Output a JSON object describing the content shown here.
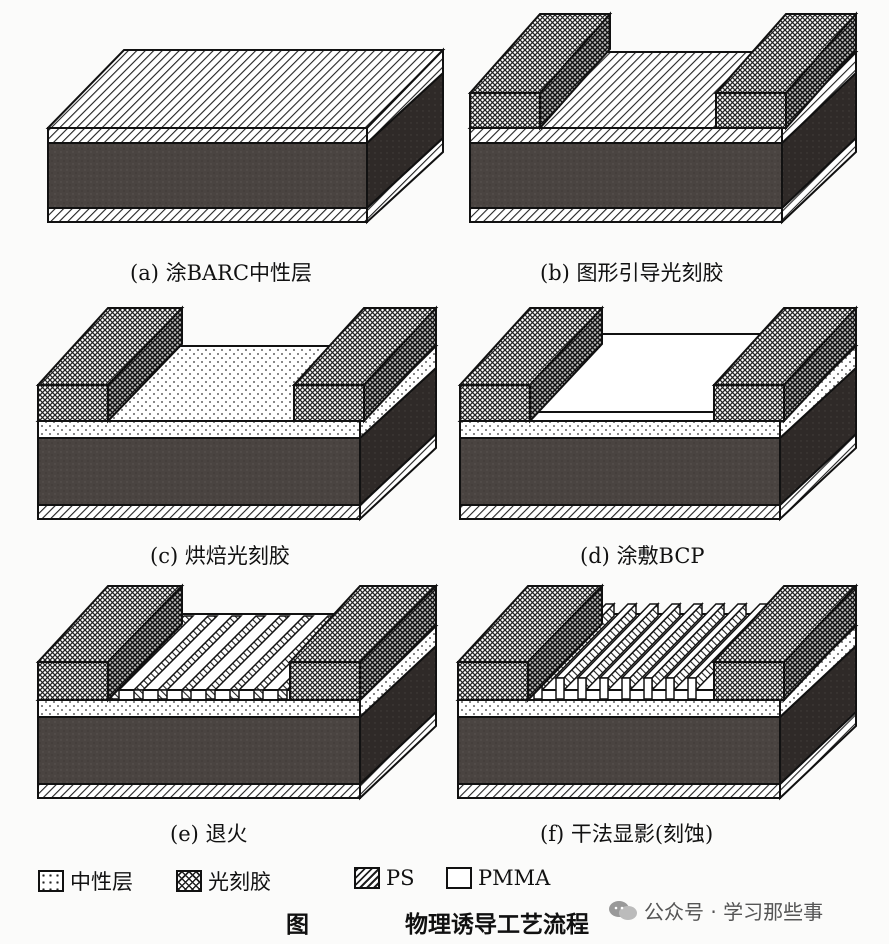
{
  "captions": {
    "a": "(a) 涂BARC中性层",
    "b": "(b) 图形引导光刻胶",
    "c": "(c) 烘焙光刻胶",
    "d": "(d) 涂敷BCP",
    "e": "(e) 退火",
    "f": "(f) 干法显影(刻蚀)"
  },
  "legend": {
    "neutral": "中性层",
    "resist": "光刻胶",
    "ps": "PS",
    "pmma": "PMMA"
  },
  "figure": {
    "label": "图",
    "title": "物理诱导工艺流程"
  },
  "watermark": "公众号 · 学习那些事",
  "colors": {
    "substrate": "#4a4441",
    "substrate_dark": "#2e2a28",
    "outline": "#111111",
    "paper": "#fbfbfa"
  }
}
